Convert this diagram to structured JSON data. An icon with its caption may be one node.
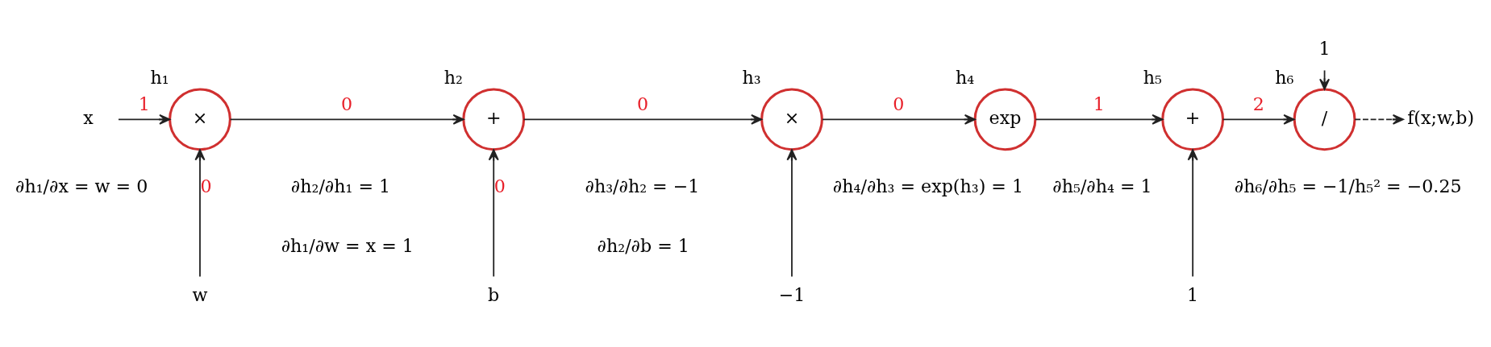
{
  "diagram": {
    "nodes": [
      {
        "text": [
          "1"
        ]
      },
      {
        "text": [
          "x"
        ]
      },
      {
        "text": [
          "×"
        ],
        "beside": [
          "h₁"
        ]
      },
      {
        "text": [
          "+"
        ],
        "beside": [
          "h₂"
        ]
      },
      {
        "text": [
          "×"
        ],
        "beside": [
          "h₃"
        ]
      },
      {
        "text": [
          "exp"
        ],
        "beside": [
          "h₄"
        ]
      },
      {
        "text": [
          "+"
        ],
        "beside": [
          "h₅"
        ]
      },
      {
        "text": [
          "/"
        ],
        "beside": [
          "h₆"
        ]
      },
      {
        "text": [
          "f(x;w,b)"
        ]
      },
      {
        "text": [
          "w"
        ]
      },
      {
        "text": [
          "b"
        ]
      },
      {
        "text": [
          "−1"
        ]
      },
      {
        "text": [
          "1"
        ]
      }
    ],
    "edges": [
      {
        "from": 1,
        "to": 2,
        "arrow": "to",
        "label": "1"
      },
      {
        "from": 9,
        "to": 2,
        "arrow": "to",
        "label": "0"
      },
      {
        "from": 2,
        "to": 3,
        "arrow": "to",
        "label": "0"
      },
      {
        "from": 10,
        "to": 3,
        "arrow": "to",
        "label": "0"
      },
      {
        "from": 3,
        "to": 4,
        "arrow": "to",
        "label": "0"
      },
      {
        "from": 11,
        "to": 4,
        "arrow": "to"
      },
      {
        "from": 4,
        "to": 5,
        "arrow": "to",
        "label": "0"
      },
      {
        "from": 5,
        "to": 6,
        "arrow": "to",
        "label": "1"
      },
      {
        "from": 12,
        "to": 6,
        "arrow": "to"
      },
      {
        "from": 6,
        "to": 7,
        "arrow": "to",
        "label": "2"
      },
      {
        "from": 0,
        "to": 7,
        "arrow": "to"
      },
      {
        "from": 7,
        "to": 8,
        "arrow": "to",
        "style": "dashed"
      }
    ],
    "labels": [
      "∂h₁/∂x = w = 0",
      "∂h₂/∂h₁ = 1",
      "∂h₃/∂h₂ = −1",
      "∂h₄/∂h₃ = exp(h₃) = 1",
      "∂h₅/∂h₄ = 1",
      "∂h₆/∂h₅ = −1/h₅² = −0.25",
      "∂h₁/∂w = x = 1",
      "∂h₂/∂b = 1"
    ]
  }
}
